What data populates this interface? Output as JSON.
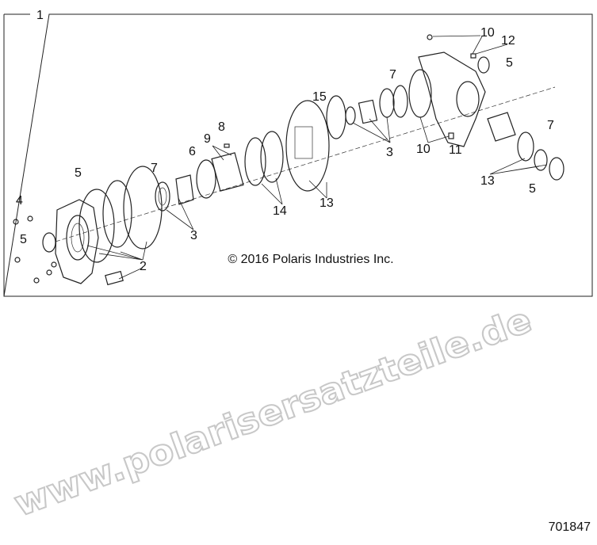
{
  "diagram": {
    "assembly_label": "1",
    "copyright": "© 2016 Polaris Industries Inc.",
    "reference_number": "701847",
    "watermark": "www.polarisersatzteile.de",
    "callouts": [
      "10",
      "12",
      "5",
      "7",
      "15",
      "8",
      "9",
      "6",
      "7",
      "5",
      "4",
      "5",
      "3",
      "14",
      "13",
      "3",
      "10",
      "11",
      "7",
      "13",
      "5",
      "2"
    ]
  }
}
